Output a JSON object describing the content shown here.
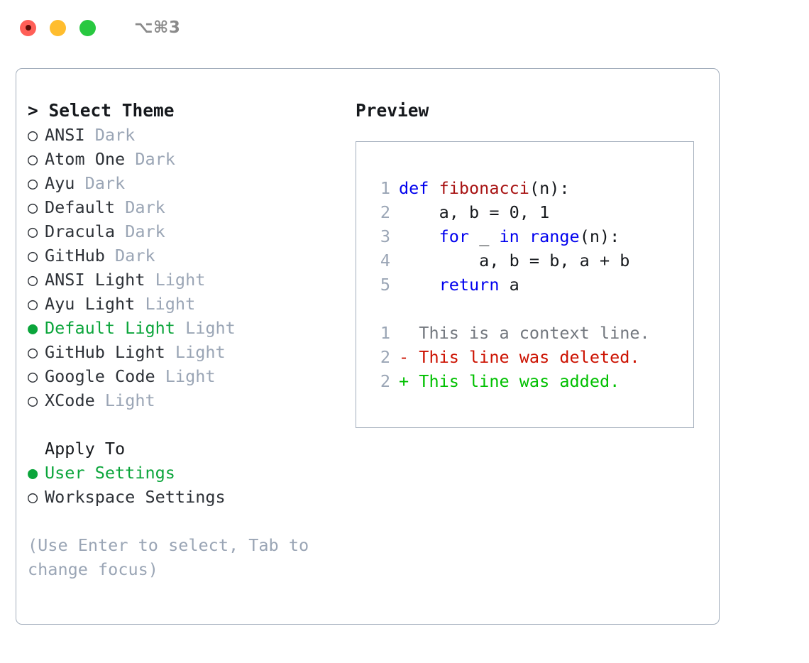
{
  "titlebar": {
    "shortcut": "⌥⌘3",
    "lights": [
      {
        "name": "close",
        "color": "#ff5f57"
      },
      {
        "name": "minimize",
        "color": "#ffbd2e"
      },
      {
        "name": "zoom",
        "color": "#28c840"
      }
    ]
  },
  "theme_list": {
    "header": "> Select Theme",
    "selected_bullet": "●",
    "unselected_bullet": "○",
    "accent_color": "#0ba53b",
    "muted_color": "#9aa5b5",
    "items": [
      {
        "bullet": "○",
        "label": "ANSI",
        "suffix": "Dark",
        "selected": false
      },
      {
        "bullet": "○",
        "label": "Atom One",
        "suffix": "Dark",
        "selected": false
      },
      {
        "bullet": "○",
        "label": "Ayu",
        "suffix": "Dark",
        "selected": false
      },
      {
        "bullet": "○",
        "label": "Default",
        "suffix": "Dark",
        "selected": false
      },
      {
        "bullet": "○",
        "label": "Dracula",
        "suffix": "Dark",
        "selected": false
      },
      {
        "bullet": "○",
        "label": "GitHub",
        "suffix": "Dark",
        "selected": false
      },
      {
        "bullet": "○",
        "label": "ANSI Light",
        "suffix": "Light",
        "selected": false
      },
      {
        "bullet": "○",
        "label": "Ayu Light",
        "suffix": "Light",
        "selected": false
      },
      {
        "bullet": "●",
        "label": "Default Light",
        "suffix": "Light",
        "selected": true
      },
      {
        "bullet": "○",
        "label": "GitHub Light",
        "suffix": "Light",
        "selected": false
      },
      {
        "bullet": "○",
        "label": "Google Code",
        "suffix": "Light",
        "selected": false
      },
      {
        "bullet": "○",
        "label": "XCode",
        "suffix": "Light",
        "selected": false
      }
    ]
  },
  "apply_to": {
    "title": "Apply To",
    "items": [
      {
        "bullet": "●",
        "label": "User Settings",
        "selected": true
      },
      {
        "bullet": "○",
        "label": "Workspace Settings",
        "selected": false
      }
    ]
  },
  "hint": "(Use Enter to select, Tab to change focus)",
  "preview": {
    "title": "Preview",
    "code_lines": [
      {
        "num": "1",
        "tokens": [
          {
            "t": "def ",
            "c": "kw"
          },
          {
            "t": "fibonacci",
            "c": "fn"
          },
          {
            "t": "(n):",
            "c": "txt"
          }
        ]
      },
      {
        "num": "2",
        "tokens": [
          {
            "t": "    a, b = 0, 1",
            "c": "txt"
          }
        ]
      },
      {
        "num": "3",
        "tokens": [
          {
            "t": "    ",
            "c": "txt"
          },
          {
            "t": "for",
            "c": "kw"
          },
          {
            "t": " _ ",
            "c": "txt"
          },
          {
            "t": "in range",
            "c": "kw"
          },
          {
            "t": "(n):",
            "c": "txt"
          }
        ]
      },
      {
        "num": "4",
        "tokens": [
          {
            "t": "        a, b = b, a + b",
            "c": "txt"
          }
        ]
      },
      {
        "num": "5",
        "tokens": [
          {
            "t": "    ",
            "c": "txt"
          },
          {
            "t": "return",
            "c": "kw"
          },
          {
            "t": " a",
            "c": "txt"
          }
        ]
      }
    ],
    "diff_lines": [
      {
        "num": "1",
        "text": "  This is a context line.",
        "kind": "ctx"
      },
      {
        "num": "2",
        "text": "- This line was deleted.",
        "kind": "del"
      },
      {
        "num": "2",
        "text": "+ This line was added.",
        "kind": "add"
      }
    ]
  }
}
